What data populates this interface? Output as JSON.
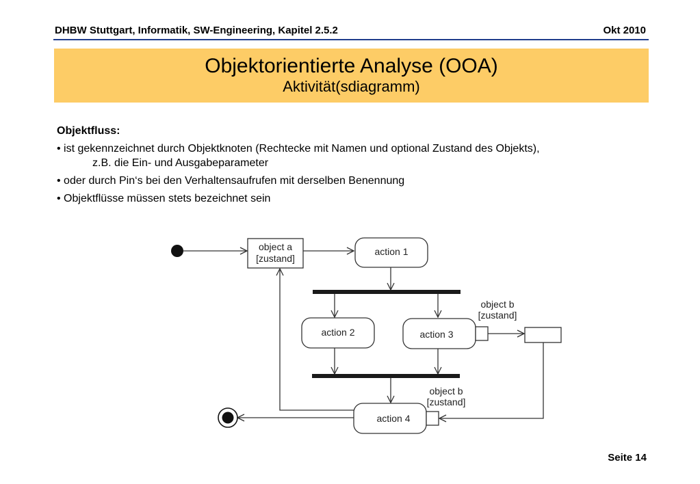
{
  "header": {
    "left_text": "DHBW Stuttgart, Informatik, SW-Engineering, Kapitel 2.5.2",
    "right_text": "Okt 2010",
    "rule_color": "#1f3c8c"
  },
  "title": {
    "main": "Objektorientierte Analyse (OOA)",
    "sub": "Aktivität(sdiagramm)",
    "background_color": "#fdcc66"
  },
  "content": {
    "heading": "Objektfluss:",
    "bullets": [
      {
        "text": "• ist gekennzeichnet durch Objektknoten (Rechtecke mit Namen und optional Zustand des Objekts),",
        "continuation": "z.B. die Ein- und Ausgabeparameter"
      },
      {
        "text": "• oder durch Pin‘s bei den Verhaltensaufrufen mit derselben Benennung"
      },
      {
        "text": "• Objektflüsse müssen stets bezeichnet sein"
      }
    ]
  },
  "diagram": {
    "object_a": {
      "line1": "object a",
      "line2": "[zustand]"
    },
    "action1": "action 1",
    "action2": "action 2",
    "action3": "action 3",
    "action4": "action 4",
    "object_b_top": {
      "line1": "object b",
      "line2": "[zustand]"
    },
    "object_b_bottom": {
      "line1": "object b",
      "line2": "[zustand]"
    }
  },
  "footer": {
    "page_label": "Seite 14"
  }
}
